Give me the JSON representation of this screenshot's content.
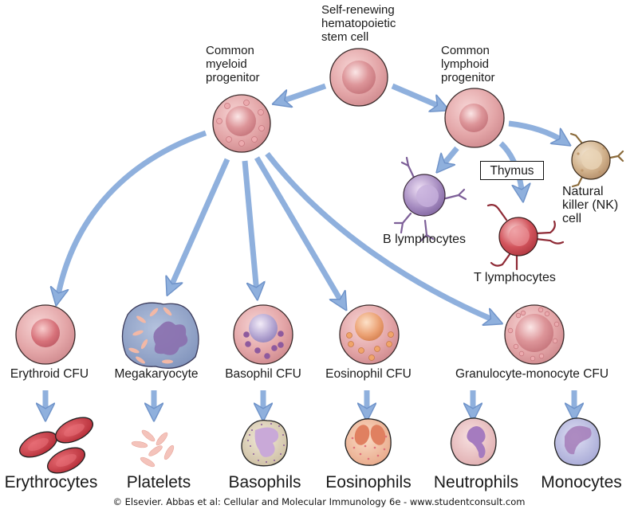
{
  "title": "Hematopoiesis lineage diagram",
  "colors": {
    "arrow": "#8fb0dd",
    "arrow_edge": "#6f93c9",
    "progenitor_fill": "#e6a7a9",
    "progenitor_nucleus": "#d98a8e",
    "b_cell": "#9a7fb5",
    "t_cell": "#c9474f",
    "nk_cell": "#c9a97f",
    "megakaryocyte": "#8d9fc4",
    "erythrocyte": "#c83a44",
    "platelet": "#f3c1b6"
  },
  "stem_cell": {
    "label_lines": [
      "Self-renewing",
      "hematopoietic",
      "stem cell"
    ]
  },
  "myeloid_progenitor": {
    "label_lines": [
      "Common",
      "myeloid",
      "progenitor"
    ]
  },
  "lymphoid_progenitor": {
    "label_lines": [
      "Common",
      "lymphoid",
      "progenitor"
    ]
  },
  "lymphoid_branch": {
    "thymus_label": "Thymus",
    "b_cells": "B lymphocytes",
    "t_cells": "T lymphocytes",
    "nk_cell_lines": [
      "Natural",
      "killer (NK)",
      "cell"
    ]
  },
  "myeloid_precursors": [
    {
      "label": "Erythroid CFU"
    },
    {
      "label": "Megakaryocyte"
    },
    {
      "label": "Basophil CFU"
    },
    {
      "label": "Eosinophil CFU"
    },
    {
      "label": "Granulocyte-monocyte CFU"
    }
  ],
  "mature_cells": [
    {
      "label": "Erythrocytes"
    },
    {
      "label": "Platelets"
    },
    {
      "label": "Basophils"
    },
    {
      "label": "Eosinophils"
    },
    {
      "label": "Neutrophils"
    },
    {
      "label": "Monocytes"
    }
  ],
  "copyright": "© Elsevier. Abbas et al: Cellular and Molecular Immunology 6e - www.studentconsult.com"
}
